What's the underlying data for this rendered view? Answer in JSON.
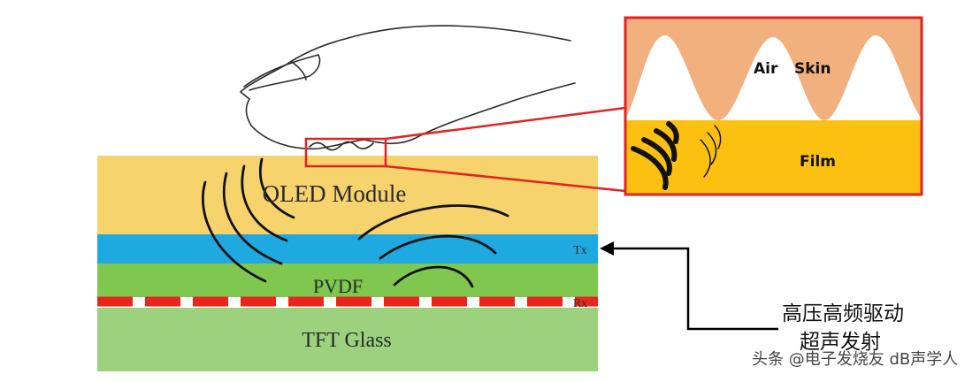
{
  "colors": {
    "oled": "#F7D36E",
    "tx": "#1FA9E1",
    "pvdf": "#7FC74F",
    "rx": "#E8261E",
    "glass": "#9CD27E",
    "skin": "#F3B07F",
    "film": "#FCC011",
    "frame": "#E32322",
    "wave": "#111111",
    "arrow": "#000000"
  },
  "layers": {
    "oled_label": "OLED Module",
    "tx_label": "Tx",
    "pvdf_label": "PVDF",
    "rx_label": "Rx",
    "glass_label": "TFT Glass"
  },
  "inset": {
    "air_label": "Air",
    "skin_label": "Skin",
    "film_label": "Film"
  },
  "annotation": {
    "line1": "高压高频驱动",
    "line2": "超声发射"
  },
  "watermark": {
    "text": "头条 @电子发烧友 dB声学人"
  }
}
